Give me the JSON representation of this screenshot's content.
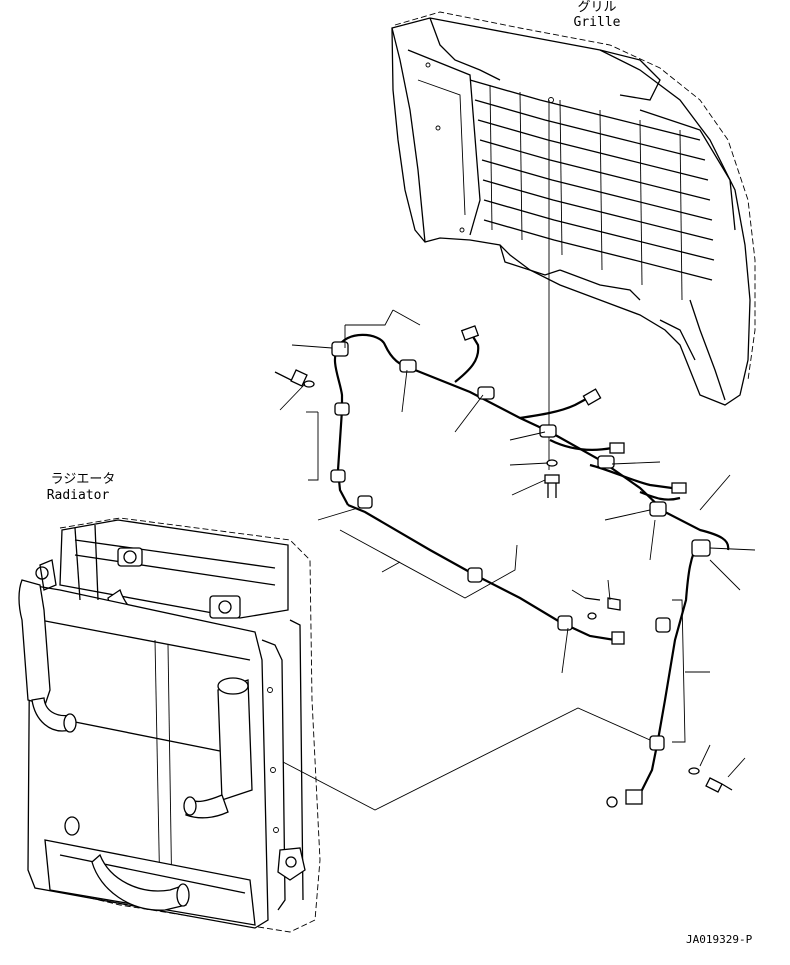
{
  "labels": {
    "grille_jp": "グリル",
    "grille_en": "Grille",
    "radiator_jp": "ラジエータ",
    "radiator_en": "Radiator"
  },
  "drawing_code": "JA019329-P"
}
